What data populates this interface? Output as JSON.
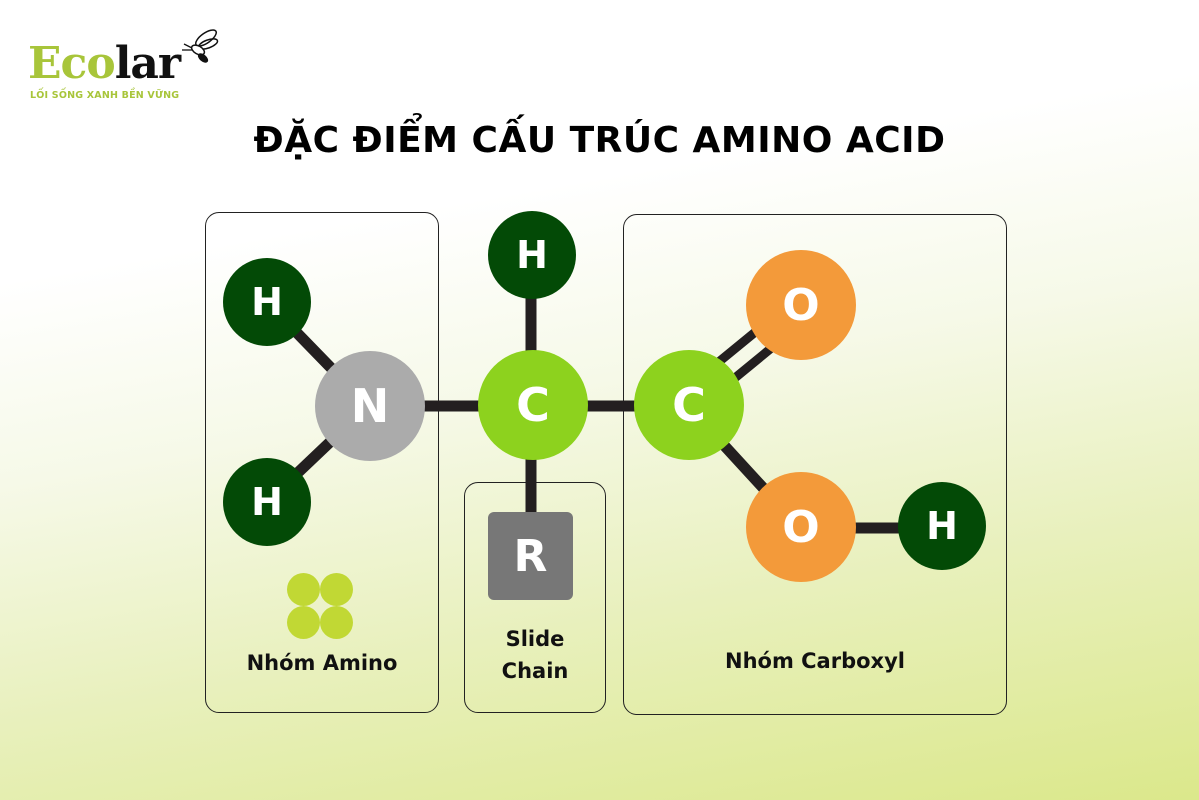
{
  "logo": {
    "brand_part1": "Eco",
    "brand_part2": "lar",
    "tagline": "LỐI SỐNG XANH BỀN VỮNG",
    "mascot_icon": "bee-icon"
  },
  "title": "ĐẶC ĐIỂM CẤU TRÚC AMINO ACID",
  "colors": {
    "hydrogen": "#034a06",
    "nitrogen": "#ababab",
    "carbon": "#8dd21e",
    "oxygen": "#f39a3a",
    "side_chain": "#777777",
    "brand_green": "#a8c53a"
  },
  "groups": {
    "amino": {
      "label": "Nhóm Amino"
    },
    "side_chain": {
      "label_line1": "Slide",
      "label_line2": "Chain"
    },
    "carboxyl": {
      "label": "Nhóm Carboxyl"
    }
  },
  "atoms": {
    "amino_h_top": "H",
    "amino_h_bottom": "H",
    "nitrogen": "N",
    "alpha_carbon": "C",
    "alpha_h": "H",
    "side_chain_r": "R",
    "carboxyl_carbon": "C",
    "carbonyl_oxygen": "O",
    "hydroxyl_oxygen": "O",
    "hydroxyl_h": "H"
  }
}
